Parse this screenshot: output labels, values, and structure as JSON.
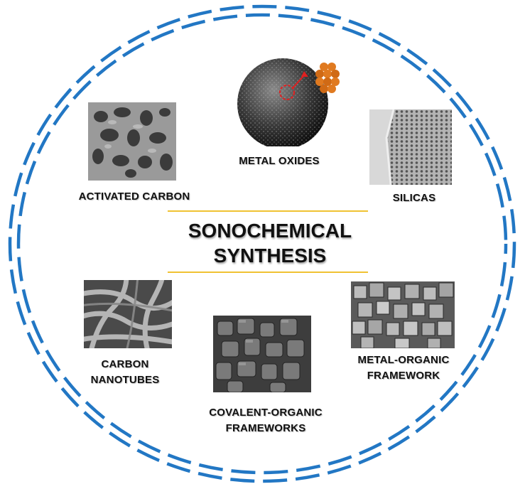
{
  "center": {
    "line1": "SONOCHEMICAL",
    "line2": "SYNTHESIS"
  },
  "labels": {
    "metal_oxides": "METAL OXIDES",
    "activated_carbon": "ACTIVATED CARBON",
    "silicas": "SILICAS",
    "carbon_nanotubes_1": "CARBON",
    "carbon_nanotubes_2": "NANOTUBES",
    "mof_1": "METAL-ORGANIC",
    "mof_2": "FRAMEWORK",
    "cof_1": "COVALENT-ORGANIC",
    "cof_2": "FRAMEWORKS"
  },
  "colors": {
    "ring": "#2277c4",
    "rule": "#f0c233",
    "nanoparticle": "#e07a20",
    "highlight": "#e02020"
  },
  "icons": {
    "metal_oxides": "sem-sphere-icon",
    "nanoparticle": "nanoparticle-cluster-icon",
    "activated_carbon": "porous-carbon-icon",
    "silicas": "mesoporous-silica-icon",
    "carbon_nanotubes": "nanotube-bundle-icon",
    "mof": "cubic-crystals-icon",
    "cof": "granular-crystals-icon"
  }
}
